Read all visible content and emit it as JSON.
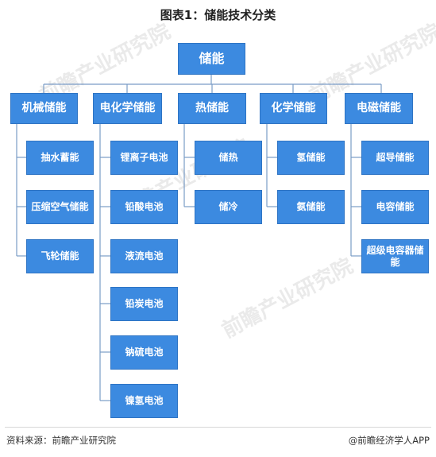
{
  "title": "图表1：储能技术分类",
  "root": "储能",
  "categories": [
    {
      "label": "机械储能",
      "items": [
        "抽水蓄能",
        "压缩空气储能",
        "飞轮储能"
      ]
    },
    {
      "label": "电化学储能",
      "items": [
        "锂离子电池",
        "铅酸电池",
        "液流电池",
        "铅炭电池",
        "钠硫电池",
        "镍氢电池"
      ]
    },
    {
      "label": "热储能",
      "items": [
        "储热",
        "储冷"
      ]
    },
    {
      "label": "化学储能",
      "items": [
        "氢储能",
        "氨储能"
      ]
    },
    {
      "label": "电磁储能",
      "items": [
        "超导储能",
        "电容储能",
        "超级电容器储能"
      ]
    }
  ],
  "watermark": "前瞻产业研究院",
  "footer": {
    "source": "资料来源：前瞻产业研究院",
    "brand": "@前瞻经济学人APP"
  }
}
